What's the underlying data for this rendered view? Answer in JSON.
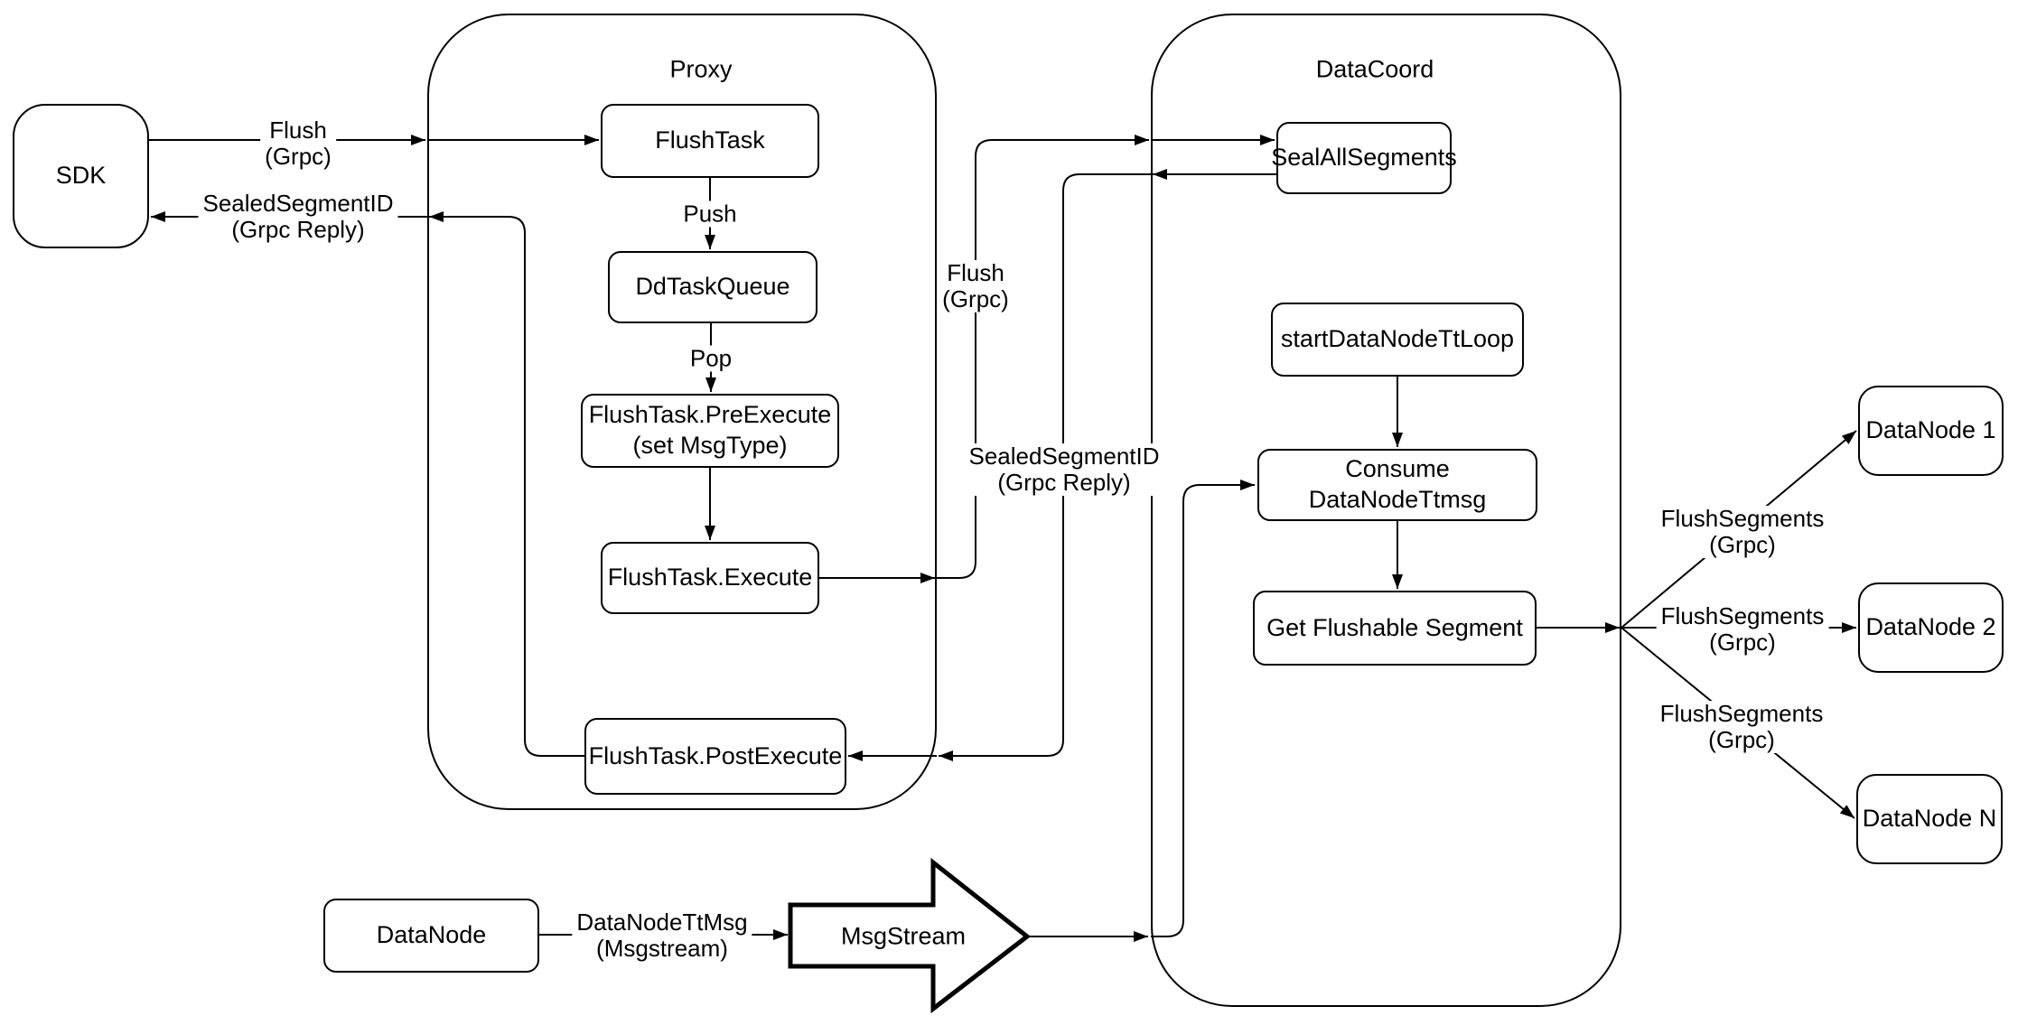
{
  "containers": {
    "proxy": "Proxy",
    "data_coord": "DataCoord"
  },
  "nodes": {
    "sdk": "SDK",
    "flush_task": "FlushTask",
    "dd_task_queue": "DdTaskQueue",
    "pre_execute": [
      "FlushTask.PreExecute",
      "(set MsgType)"
    ],
    "execute": "FlushTask.Execute",
    "post_execute": "FlushTask.PostExecute",
    "seal_all_segments": "SealAllSegments",
    "start_data_node_tt_loop": "startDataNodeTtLoop",
    "consume_data_node_ttmsg": "Consume DataNodeTtmsg",
    "get_flushable_segment": "Get Flushable Segment",
    "data_node_1": "DataNode 1",
    "data_node_2": "DataNode 2",
    "data_node_n": "DataNode N",
    "data_node": "DataNode",
    "msg_stream": "MsgStream"
  },
  "edge_labels": {
    "flush_grpc": [
      "Flush",
      "(Grpc)"
    ],
    "sealed_segment_reply": [
      "SealedSegmentID",
      "(Grpc Reply)"
    ],
    "push": "Push",
    "pop": "Pop",
    "flush_segments_grpc": [
      "FlushSegments",
      "(Grpc)"
    ],
    "data_node_tt_msg": [
      "DataNodeTtMsg",
      "(Msgstream)"
    ]
  },
  "colors": {
    "stroke": "#000000",
    "background": "#ffffff"
  }
}
